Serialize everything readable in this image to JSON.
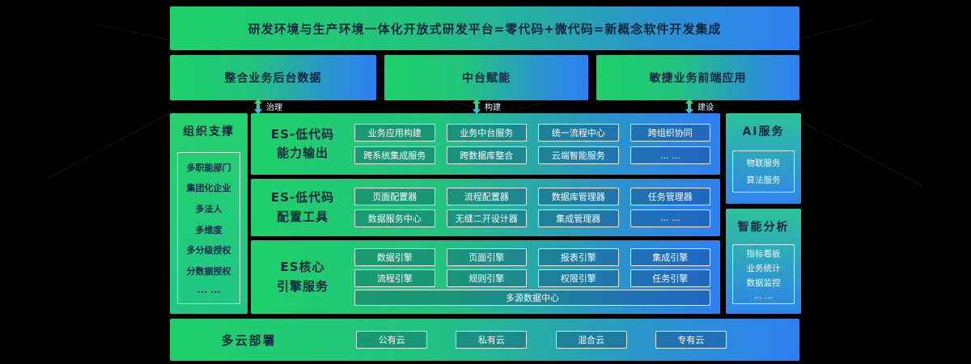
{
  "banner": {
    "title": "研发环境与生产环境一体化开放式研发平台=零代码+微代码=新概念软件开发集成"
  },
  "top_boxes": [
    {
      "label": "整合业务后台数据"
    },
    {
      "label": "中台赋能"
    },
    {
      "label": "敏捷业务前端应用"
    }
  ],
  "connectors": [
    {
      "label": "治理"
    },
    {
      "label": "构建"
    },
    {
      "label": "建设"
    }
  ],
  "org_panel": {
    "title": "组织支撑",
    "items": [
      "多职能部门",
      "集团化企业",
      "多法人",
      "多维度",
      "多分级授权",
      "分数据授权",
      "... ..."
    ]
  },
  "capability_rows": [
    {
      "title_line1": "ES-低代码",
      "title_line2": "能力输出",
      "chip_rows": [
        [
          "业务应用构建",
          "业务中台服务",
          "统一流程中心",
          "跨组织协同"
        ],
        [
          "跨系统集成服务",
          "跨数据库整合",
          "云端智能服务",
          "... ..."
        ]
      ]
    },
    {
      "title_line1": "ES-低代码",
      "title_line2": "配置工具",
      "chip_rows": [
        [
          "页面配置器",
          "流程配置器",
          "数据库管理器",
          "任务管理器"
        ],
        [
          "数据服务中心",
          "无缝二开设计器",
          "集成管理器",
          "... ..."
        ]
      ]
    },
    {
      "title_line1": "ES核心",
      "title_line2": "引擎服务",
      "chip_rows": [
        [
          "数据引擎",
          "页面引擎",
          "报表引擎",
          "集成引擎"
        ],
        [
          "流程引擎",
          "规则引擎",
          "权限引擎",
          "任务引擎"
        ]
      ],
      "wide_chip": "多源数据中心"
    }
  ],
  "right_panels": [
    {
      "title": "AI服务",
      "items": [
        "物联服务",
        "算法服务"
      ]
    },
    {
      "title": "智能分析",
      "items": [
        "指标看板",
        "业务统计",
        "数据监控",
        "... ..."
      ]
    }
  ],
  "bottom_bar": {
    "title": "多云部署",
    "chips": [
      "公有云",
      "私有云",
      "混合云",
      "专有云"
    ]
  },
  "colors": {
    "green": "#1fd06a",
    "blue": "#2e7ff2",
    "dark_text": "#08263f",
    "chip_border": "#ffffff",
    "background": "#000000"
  }
}
